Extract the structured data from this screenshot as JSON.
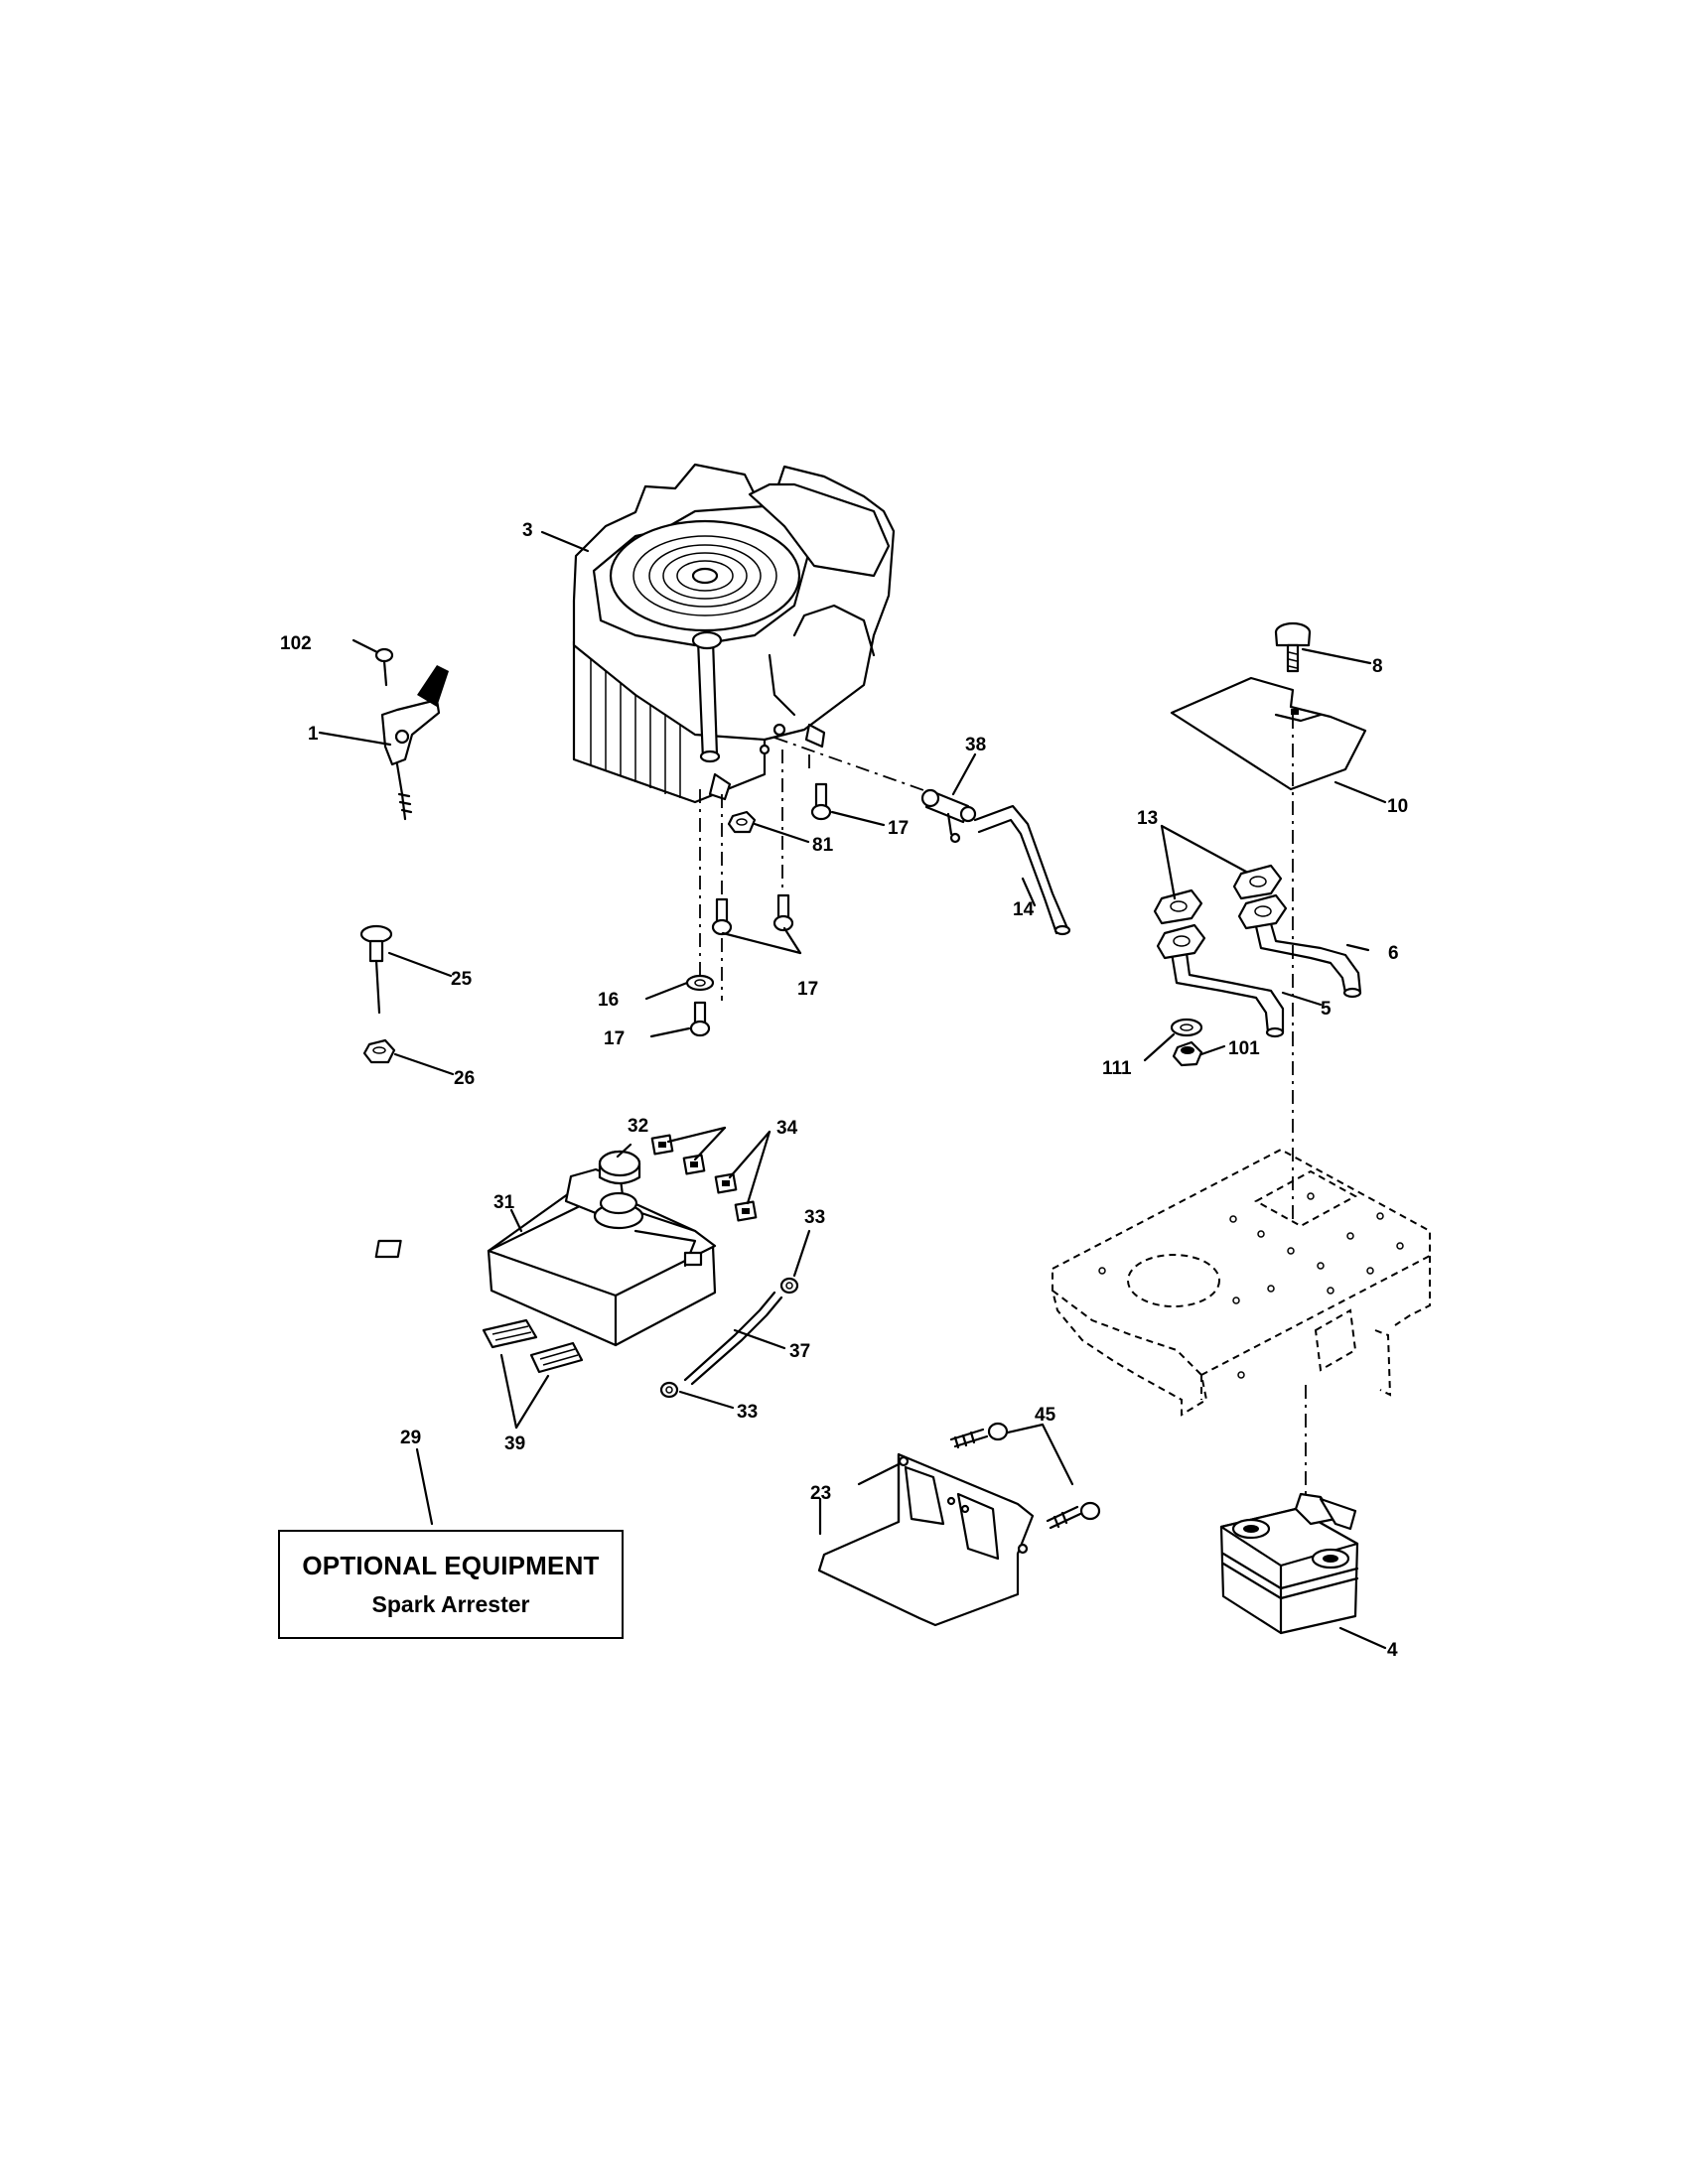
{
  "callouts": {
    "c1": "1",
    "c3": "3",
    "c4": "4",
    "c5": "5",
    "c6": "6",
    "c8": "8",
    "c10": "10",
    "c13": "13",
    "c14": "14",
    "c16": "16",
    "c17a": "17",
    "c17b": "17",
    "c17c": "17",
    "c23": "23",
    "c25": "25",
    "c26": "26",
    "c29": "29",
    "c31": "31",
    "c32": "32",
    "c33a": "33",
    "c33b": "33",
    "c34": "34",
    "c37": "37",
    "c38": "38",
    "c39": "39",
    "c45": "45",
    "c81": "81",
    "c101": "101",
    "c102": "102",
    "c111": "111"
  },
  "optional_box": {
    "title": "OPTIONAL EQUIPMENT",
    "subtitle": "Spark Arrester"
  }
}
